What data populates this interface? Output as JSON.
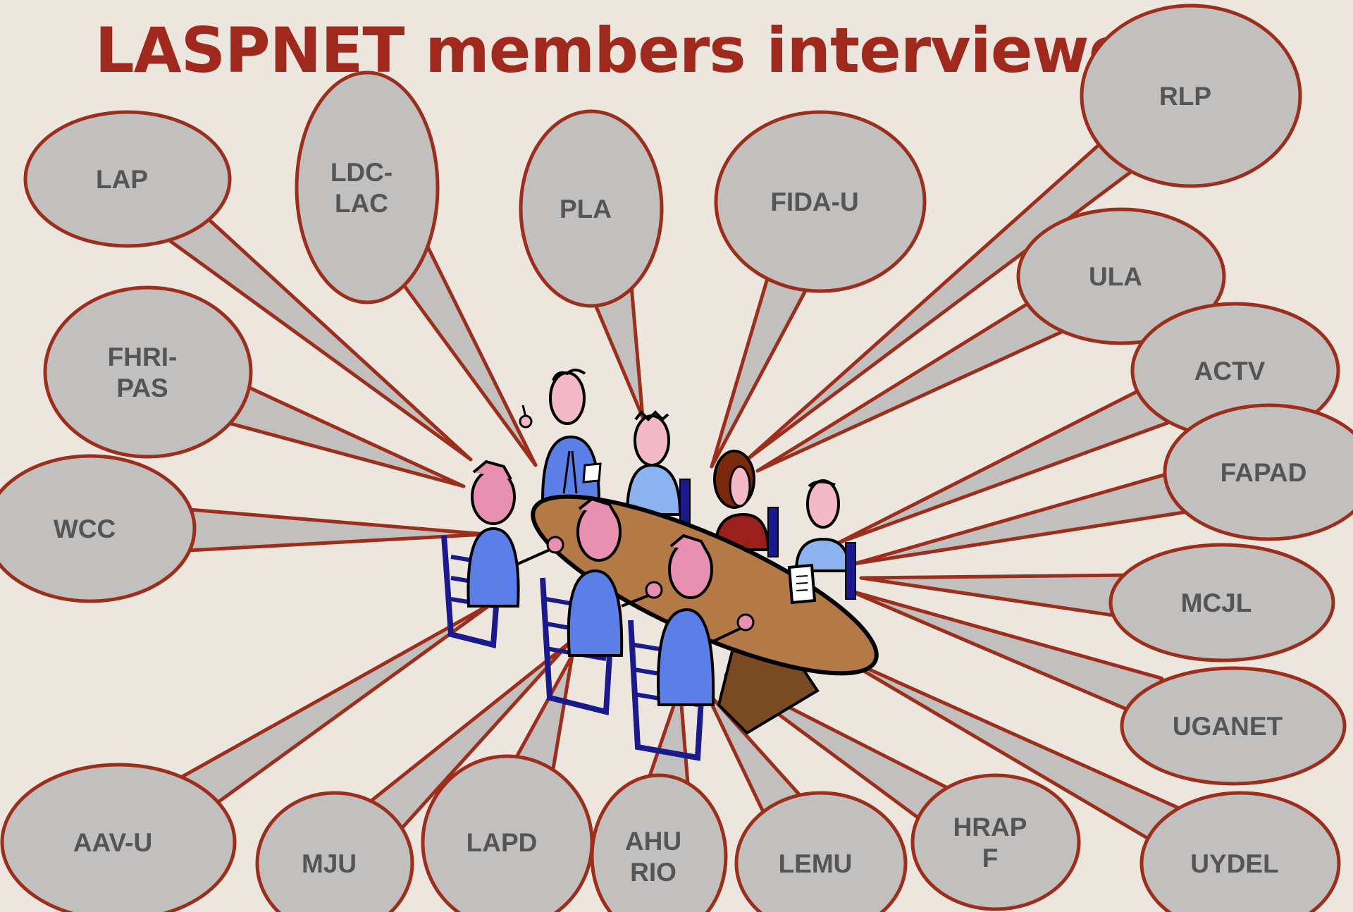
{
  "title": "LASPNET members interviewed",
  "colors": {
    "background": "#ece6df",
    "title": "#a0291d",
    "bubble_fill": "#c2bfbf",
    "bubble_stroke": "#9c2f1c",
    "label_default": "#555555",
    "label_highlight": "#0d1f66"
  },
  "members": [
    {
      "id": "lap",
      "lines": [
        "LAP"
      ],
      "highlight": true
    },
    {
      "id": "ldc-lac",
      "lines": [
        "LDC-",
        "LAC"
      ]
    },
    {
      "id": "pla",
      "lines": [
        "PLA"
      ]
    },
    {
      "id": "fida-u",
      "lines": [
        "FIDA-U"
      ]
    },
    {
      "id": "rlp",
      "lines": [
        "RLP"
      ]
    },
    {
      "id": "ula",
      "lines": [
        "ULA"
      ]
    },
    {
      "id": "fhri-pas",
      "lines": [
        "FHRI-",
        "PAS"
      ]
    },
    {
      "id": "actv",
      "lines": [
        "ACTV"
      ]
    },
    {
      "id": "fapad",
      "lines": [
        "FAPAD"
      ]
    },
    {
      "id": "wcc",
      "lines": [
        "WCC"
      ]
    },
    {
      "id": "mcjl",
      "lines": [
        "MCJL"
      ]
    },
    {
      "id": "uganet",
      "lines": [
        "UGANET"
      ]
    },
    {
      "id": "aav-u",
      "lines": [
        "AAV-U"
      ]
    },
    {
      "id": "mju",
      "lines": [
        "MJU"
      ]
    },
    {
      "id": "lapd",
      "lines": [
        "LAPD"
      ]
    },
    {
      "id": "ahurio",
      "lines": [
        "AHU",
        "RIO"
      ]
    },
    {
      "id": "lemu",
      "lines": [
        "LEMU"
      ]
    },
    {
      "id": "hrapf",
      "lines": [
        "HRAP",
        "F"
      ]
    },
    {
      "id": "uydel",
      "lines": [
        "UYDEL"
      ]
    }
  ]
}
